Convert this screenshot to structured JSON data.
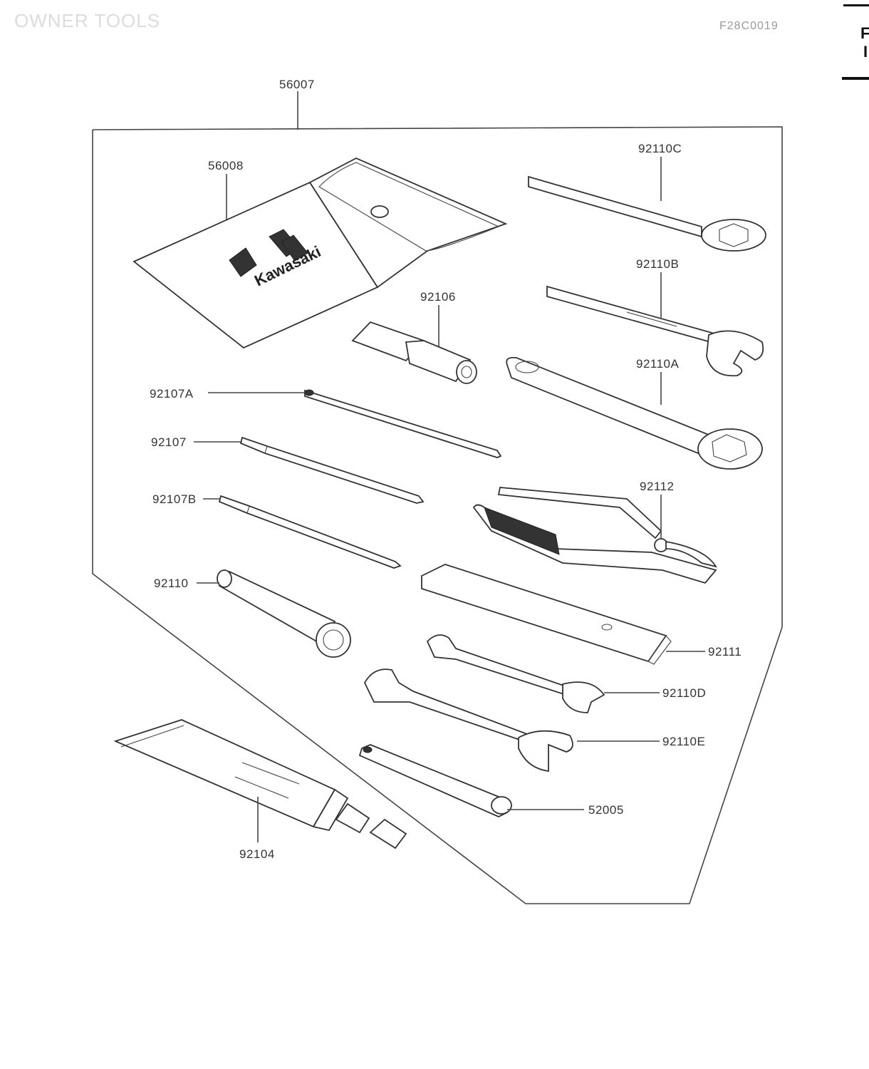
{
  "header": {
    "section_title": "OWNER TOOLS",
    "figure_code": "F28C0019",
    "tab_letters": [
      "F",
      "I"
    ]
  },
  "parts": {
    "top": "56007",
    "pouch": "56008",
    "ring_wrench_c": "92110C",
    "ring_wrench_b": "92110B",
    "socket": "92106",
    "ring_wrench_a": "92110A",
    "screwdriver_a": "92107A",
    "screwdriver": "92107",
    "pliers": "92112",
    "screwdriver_b": "92107B",
    "plug_wrench": "92110",
    "bar": "92111",
    "open_wrench_d": "92110D",
    "open_wrench_e": "92110E",
    "handle": "52005",
    "grease_tube": "92104"
  },
  "logo": {
    "brand": "Kawasaki"
  },
  "colors": {
    "line": "#333333",
    "background": "#ffffff"
  }
}
